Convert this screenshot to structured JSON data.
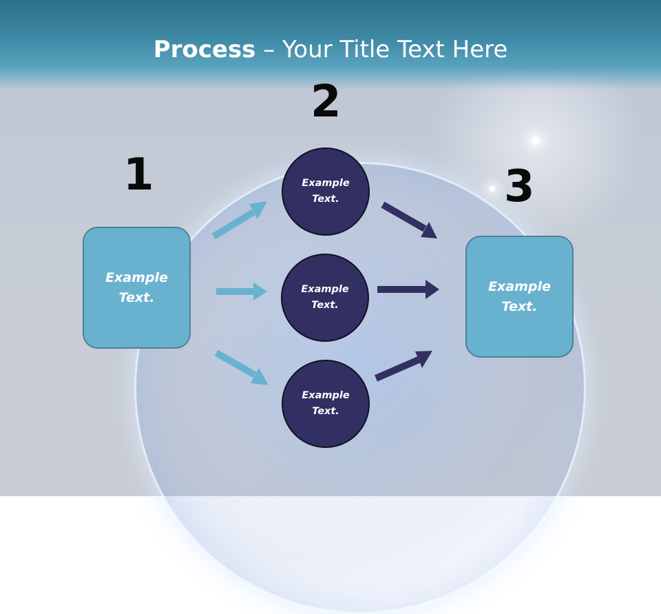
{
  "title": {
    "bold": "Process",
    "rest": " – Your Title Text Here"
  },
  "steps": [
    {
      "number": "1",
      "text": "Example\nText."
    },
    {
      "number": "2",
      "text": "Example\nText."
    },
    {
      "number": "3",
      "text": "Example\nText."
    }
  ],
  "circles": [
    {
      "text": "Example\nText."
    },
    {
      "text": "Example\nText."
    },
    {
      "text": "Example\nText."
    }
  ],
  "colors": {
    "box_fill": "#69b2cf",
    "circle_fill": "#322f62",
    "arrow_light": "#69b2cf",
    "arrow_dark": "#322f62",
    "header": "#3f8aa6"
  }
}
